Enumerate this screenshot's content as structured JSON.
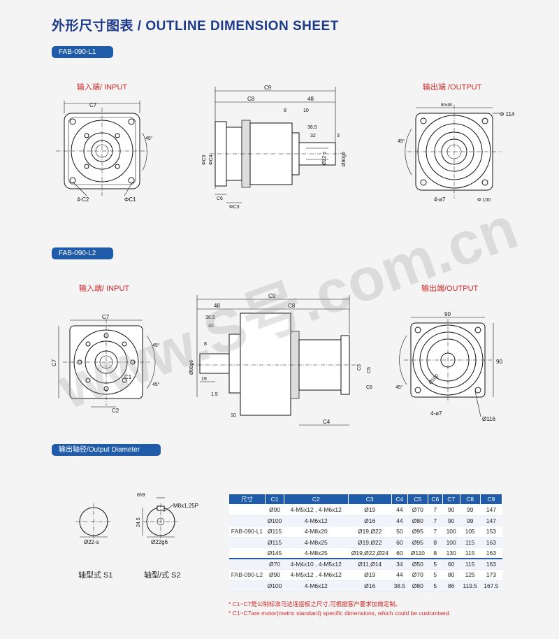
{
  "page": {
    "title": "外形尺寸图表 / OUTLINE DIMENSION SHEET"
  },
  "sections": {
    "l1": {
      "tag": "FAB-090-L1",
      "input_label": "输入端/ INPUT",
      "output_label": "输出端 /OUTPUT"
    },
    "l2": {
      "tag": "FAB-090-L2",
      "input_label": "输入端/ INPUT",
      "output_label": "输出端/OUTPUT"
    },
    "output_diameter": {
      "tag": "输出轴径/Output Diameter"
    }
  },
  "dims": {
    "l1_input": {
      "c7": "C7",
      "c2": "4-C2",
      "c1": "ΦC1",
      "a45": "45°"
    },
    "l1_side": {
      "c9": "C9",
      "c8": "C8",
      "d48": "48",
      "d8": "8",
      "d10": "10",
      "d365": "36.5",
      "d32": "32",
      "d3": "3",
      "c5": "ΦC5",
      "c4": "ΦC4",
      "c6": "C6",
      "c3": "ΦC3",
      "d22": "Ø22-s",
      "d80": "Ø80g6"
    },
    "l1_output": {
      "sq": "90x90",
      "d114": "Φ 114",
      "a45": "45°",
      "h7": "4-ø7",
      "d100": "Φ 100"
    },
    "l2_input": {
      "c7": "C7",
      "c7v": "C7",
      "c2": "C2",
      "c1": "C1",
      "a45": "45°",
      "a45b": "45°"
    },
    "l2_side": {
      "c9": "C9",
      "c8": "C8",
      "d48": "48",
      "d365": "36.5",
      "d32": "32",
      "d8": "8",
      "d19": "19",
      "d15": "1.5",
      "d10": "10",
      "c4": "C4",
      "c3": "C3",
      "c5": "C5",
      "c6": "C6",
      "d80": "Ø80g6"
    },
    "l2_output": {
      "w90": "90",
      "h90": "90",
      "a45": "45°",
      "d100": "Ø100",
      "h7": "4-ø7",
      "d116": "Ø116"
    },
    "shaft": {
      "key_w": "6h9",
      "tap": "M8x1.25P",
      "k245": "24.5",
      "d_s1": "Ø22-s",
      "d_s2": "Ø22g6",
      "s1": "轴型式 S1",
      "s2": "轴型/式 S2"
    }
  },
  "table": {
    "headers": [
      "尺寸",
      "C1",
      "C2",
      "C3",
      "C4",
      "C5",
      "C6",
      "C7",
      "C8",
      "C9"
    ],
    "rows": [
      [
        "",
        "Ø90",
        "4-M5x12 , 4-M6x12",
        "Ø19",
        "44",
        "Ø70",
        "7",
        "90",
        "99",
        "147"
      ],
      [
        "",
        "Ø100",
        "4-M6x12",
        "Ø16",
        "44",
        "Ø80",
        "7",
        "90",
        "99",
        "147"
      ],
      [
        "FAB-090-L1",
        "Ø115",
        "4-M8x20",
        "Ø19,Ø22",
        "50",
        "Ø95",
        "7",
        "100",
        "105",
        "153"
      ],
      [
        "",
        "Ø115",
        "4-M8x25",
        "Ø19,Ø22",
        "60",
        "Ø95",
        "8",
        "100",
        "115",
        "163"
      ],
      [
        "",
        "Ø145",
        "4-M8x25",
        "Ø19,Ø22,Ø24",
        "60",
        "Ø110",
        "8",
        "130",
        "115",
        "163"
      ],
      [
        "",
        "Ø70",
        "4-M4x10 , 4-M5x12",
        "Ø11,Ø14",
        "34",
        "Ø50",
        "5",
        "60",
        "115",
        "163"
      ],
      [
        "FAB-090-L2",
        "Ø90",
        "4-M5x12 , 4-M6x12",
        "Ø19",
        "44",
        "Ø70",
        "5",
        "80",
        "125",
        "173"
      ],
      [
        "",
        "Ø100",
        "4-M6x12",
        "Ø16",
        "38.5",
        "Ø80",
        "5",
        "86",
        "119.5",
        "167.5"
      ]
    ]
  },
  "footnotes": {
    "cn": "* C1~C7是公制标准马达连接板之尺寸,可根据客户要求加做定制。",
    "en": "* C1~C7are motor(metric standard)  specific dimensions, which could be customised."
  },
  "watermark": {
    "text": "www.S号.com.cn"
  },
  "colors": {
    "accent": "#1f5ba8",
    "title": "#1d3a8a",
    "label_red": "#d12a2a"
  }
}
